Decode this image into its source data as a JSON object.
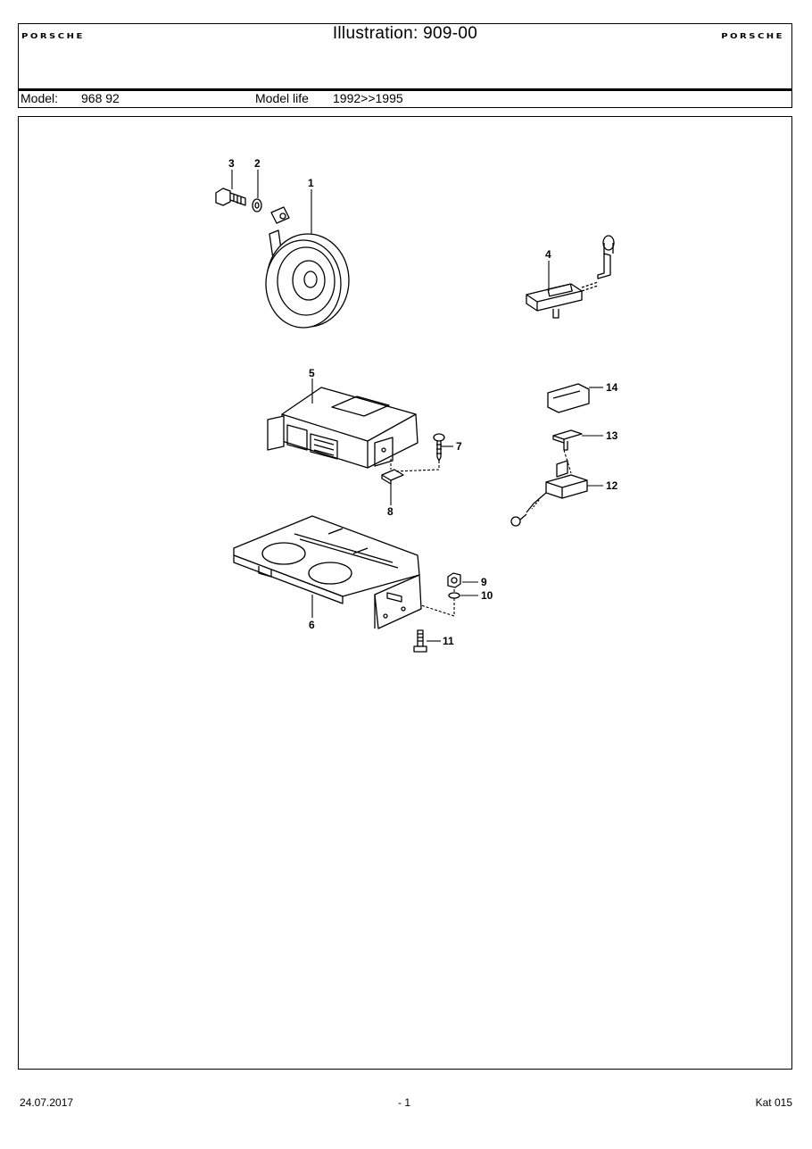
{
  "header": {
    "brand_left": "PORSCHE",
    "brand_right": "PORSCHE",
    "title": "Illustration: 909-00",
    "model_label": "Model:",
    "model_value": "968 92",
    "model_life_label": "Model life",
    "model_life_value": "1992>>1995"
  },
  "diagram": {
    "callouts": [
      "1",
      "2",
      "3",
      "4",
      "5",
      "6",
      "7",
      "8",
      "9",
      "10",
      "11",
      "12",
      "13",
      "14"
    ]
  },
  "footer": {
    "date": "24.07.2017",
    "page": "- 1",
    "catalog": "Kat 015"
  }
}
